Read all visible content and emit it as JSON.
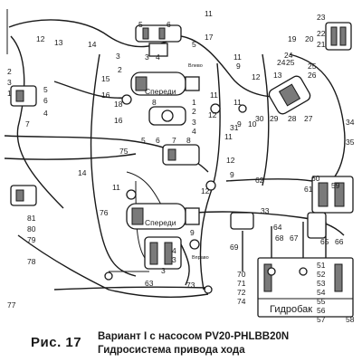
{
  "figure": {
    "label": "Рис. 17",
    "title_line1": "Вариант I с насосом PV20-PHLBB20N",
    "title_line2": "Гидросистема привода хода"
  },
  "components": {
    "pump_label_top": "Спереди",
    "pump_label_mid": "Спереди",
    "tank_label": "Гидробак",
    "small_tag_1": "Влево",
    "small_tag_2": "Вправо"
  },
  "callouts": [
    "11",
    "12",
    "13",
    "14",
    "5",
    "6",
    "3",
    "2",
    "5",
    "17",
    "11",
    "12",
    "9",
    "19",
    "20",
    "21",
    "22",
    "23",
    "24",
    "25",
    "2",
    "3",
    "1",
    "5",
    "6",
    "4",
    "7",
    "15",
    "16",
    "18",
    "1",
    "2",
    "3",
    "4",
    "11",
    "12",
    "13",
    "11",
    "24",
    "25",
    "26",
    "9",
    "10",
    "3",
    "4",
    "8",
    "5",
    "6",
    "7",
    "8",
    "27",
    "28",
    "29",
    "30",
    "34",
    "35",
    "11",
    "12",
    "31",
    "16",
    "9",
    "75",
    "76",
    "11",
    "12",
    "62",
    "61",
    "60",
    "33",
    "64",
    "65",
    "66",
    "67",
    "68",
    "69",
    "14",
    "3",
    "3",
    "4",
    "9",
    "59",
    "51",
    "52",
    "53",
    "54",
    "55",
    "56",
    "57",
    "58",
    "63",
    "70",
    "71",
    "72",
    "73",
    "74",
    "77",
    "78",
    "79",
    "80",
    "81"
  ]
}
